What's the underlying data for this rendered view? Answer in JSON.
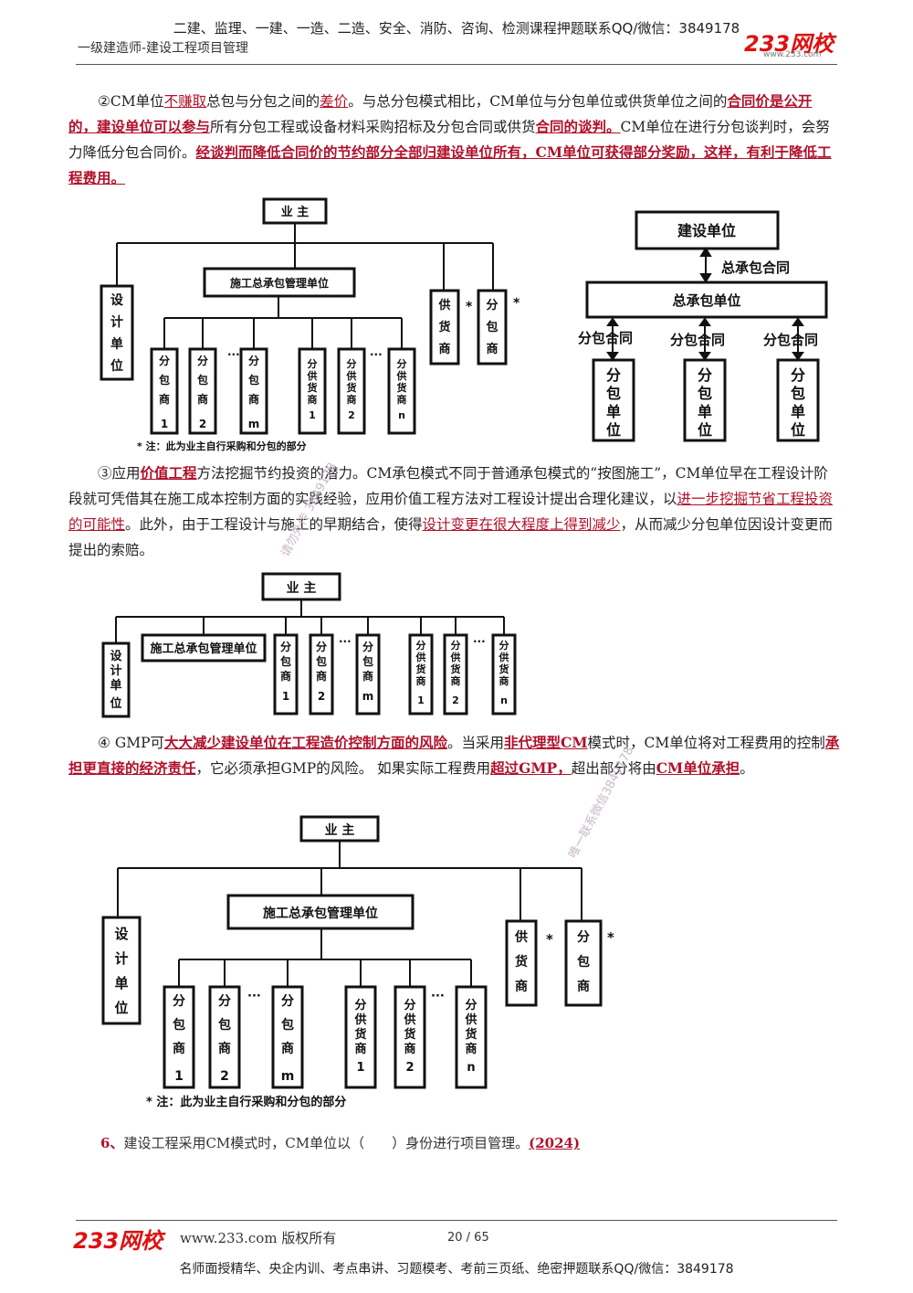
{
  "header": {
    "top_line": "二建、监理、一建、一造、二造、安全、消防、咨询、检测课程押题联系QQ/微信：3849178",
    "subtitle": "一级建造师-建设工程项目管理",
    "logo": "233网校",
    "logo_url": "www.233.com"
  },
  "p1": {
    "t1": "②CM单位",
    "r1": "不赚取",
    "t2": "总包与分包之间的",
    "r2": "差价",
    "t3": "。与总分包模式相比，CM单位与分包单位或供货单位之间的",
    "r3": "合同价是公开的，建设单位可以参与",
    "t4": "所有分包工程或设备材料采购招标及分包合同或供货",
    "r4": "合同的谈判。",
    "t5": "CM单位在进行分包谈判时，会努力降低分包合同价。",
    "r5": "经谈判而降低合同价的节约部分全部归建设单位所有，CM单位可获得部分奖励，这样，有利于降低工程费用。"
  },
  "p2": {
    "t1": "③应用",
    "r1": "价值工程",
    "t2": "方法挖掘节约投资的潜力。CM承包模式不同于普通承包模式的“按图施工”，CM单位早在工程设计阶段就可凭借其在施工成本控制方面的实践经验，应用价值工程方法对工程设计提出合理化建议，以",
    "r2": "进一步挖掘节省工程投资的可能性",
    "t3": "。此外，由于工程设计与施工的早期结合，使得",
    "r3": "设计变更在很大程度上得到减少",
    "t4": "，从而减少分包单位因设计变更而提出的索赔。"
  },
  "p3": {
    "t1": "④ GMP可",
    "r1": "大大减少建设单位在工程造价控制方面的风险",
    "t2": "。当采用",
    "r2": "非代理型CM",
    "t3": "模式时，CM单位将对工程费用的控制",
    "r3": "承担更直接的经济责任",
    "t4": "，它必须承担GMP的风险。 如果实际工程费用",
    "r4": "超过GMP，",
    "t5": "超出部分将由",
    "r5": "CM单位承担",
    "t6": "。"
  },
  "diagram_labels": {
    "owner": "业 主",
    "cm_unit": "施工总承包管理单位",
    "design": "设计单位",
    "supplier": "供货商",
    "sub": "分包商",
    "sub1": "分包商1",
    "sub2": "分包商2",
    "subm": "分包商m",
    "sup1": "分供货商1",
    "sup2": "分供货商2",
    "supn": "分供货商n",
    "ellipsis": "···",
    "star": "*",
    "note": "* 注：此为业主自行采购和分包的部分"
  },
  "diagram_gc": {
    "client": "建设单位",
    "main_contract": "总承包合同",
    "gc": "总承包单位",
    "sub_contract": "分包合同",
    "sub_unit": "分包单位"
  },
  "question": {
    "num": "6、",
    "text": "建设工程采用CM模式时，CM单位以（　　）身份进行项目管理。",
    "year": "(2024)"
  },
  "footer": {
    "logo": "233网校",
    "url": "www.233.com 版权所有",
    "page": "20 / 65",
    "bottom_line": "名师面授精华、央企内训、考点串讲、习题模考、考前三页纸、绝密押题联系QQ/微信：3849178"
  },
  "watermarks": {
    "w1": "请勿外传 3849178",
    "w2": "唯一联系微信3849178"
  }
}
